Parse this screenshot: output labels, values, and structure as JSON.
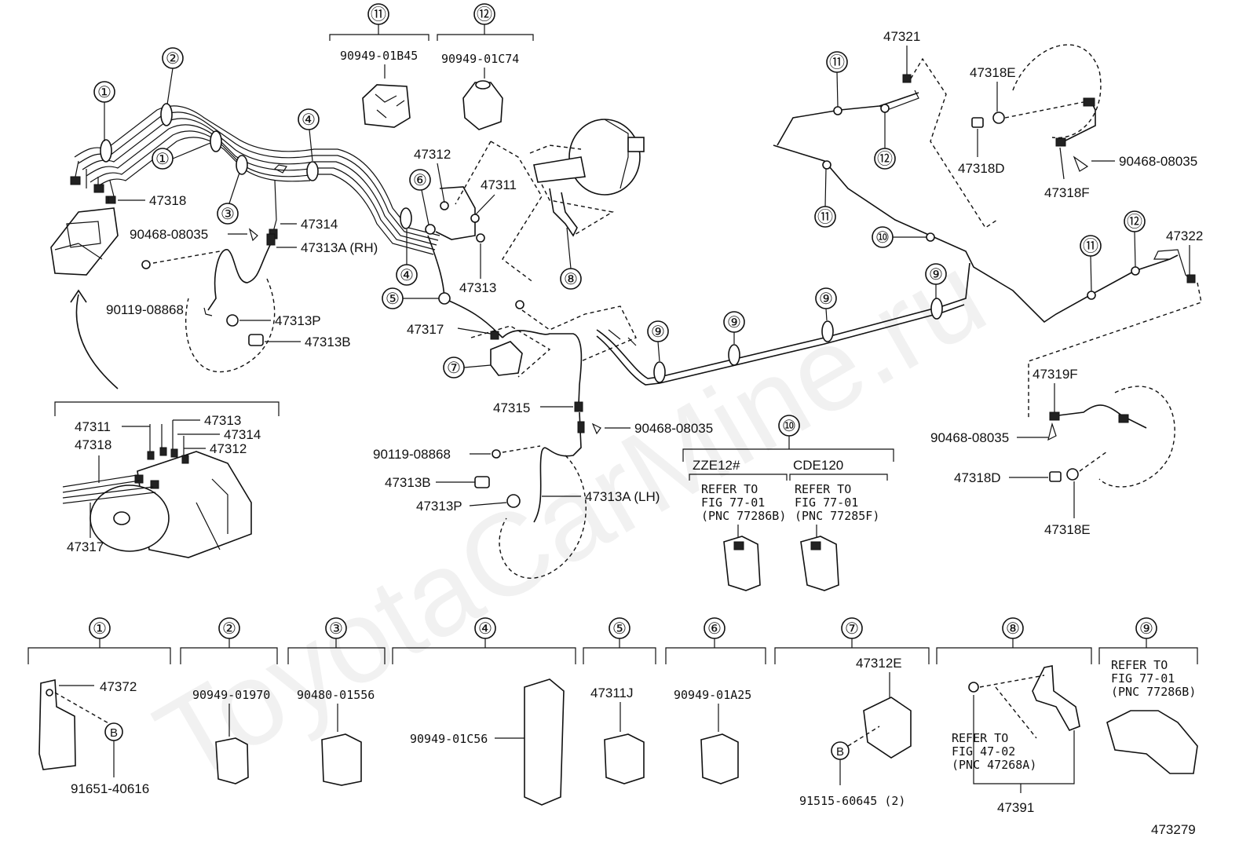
{
  "watermark": "ToyotaCarMine.ru",
  "figure_id": "473279",
  "callouts": [
    {
      "n": "1",
      "label": "①"
    },
    {
      "n": "2",
      "label": "②"
    },
    {
      "n": "3",
      "label": "③"
    },
    {
      "n": "4",
      "label": "④"
    },
    {
      "n": "5",
      "label": "⑤"
    },
    {
      "n": "6",
      "label": "⑥"
    },
    {
      "n": "7",
      "label": "⑦"
    },
    {
      "n": "8",
      "label": "⑧"
    },
    {
      "n": "9",
      "label": "⑨"
    },
    {
      "n": "10",
      "label": "⑩"
    },
    {
      "n": "11",
      "label": "⑪"
    },
    {
      "n": "12",
      "label": "⑫"
    }
  ],
  "top_clamps": {
    "c11": {
      "num": "⑪",
      "part": "90949-01B45"
    },
    "c12": {
      "num": "⑫",
      "part": "90949-01C74"
    }
  },
  "labels": {
    "p47318": "47318",
    "p47314": "47314",
    "p90468a": "90468-08035",
    "p47313A_rh": "47313A (RH)",
    "p90119a": "90119-08868",
    "p47313P_a": "47313P",
    "p47313B_a": "47313B",
    "p47312": "47312",
    "p47311": "47311",
    "p47313": "47313",
    "p47317": "47317",
    "p47315": "47315",
    "p90468b": "90468-08035",
    "p90119b": "90119-08868",
    "p47313B_b": "47313B",
    "p47313P_b": "47313P",
    "p47313A_lh": "47313A (LH)",
    "p47321": "47321",
    "p47318E_a": "47318E",
    "p47318D_a": "47318D",
    "p90468c": "90468-08035",
    "p47318F": "47318F",
    "p47322": "47322",
    "p47319F": "47319F",
    "p90468d": "90468-08035",
    "p47318D_b": "47318D",
    "p47318E_b": "47318E"
  },
  "abs_inset": {
    "p47311": "47311",
    "p47313": "47313",
    "p47314": "47314",
    "p47318": "47318",
    "p47312": "47312",
    "p47317": "47317"
  },
  "clamp10": {
    "num": "⑩",
    "left": {
      "model": "ZZE12#",
      "ref": [
        "REFER TO",
        "FIG 77-01",
        "(PNC 77286B)"
      ]
    },
    "right": {
      "model": "CDE120",
      "ref": [
        "REFER TO",
        "FIG 77-01",
        "(PNC 77285F)"
      ]
    }
  },
  "bottom_row": {
    "b1": {
      "num": "①",
      "part_a": "47372",
      "part_b": "91651-40616",
      "bolt": "B"
    },
    "b2": {
      "num": "②",
      "part": "90949-01970"
    },
    "b3": {
      "num": "③",
      "part": "90480-01556"
    },
    "b4": {
      "num": "④",
      "part": "90949-01C56"
    },
    "b5": {
      "num": "⑤",
      "part": "47311J"
    },
    "b6": {
      "num": "⑥",
      "part": "90949-01A25"
    },
    "b7": {
      "num": "⑦",
      "part": "47312E",
      "bolt": "B",
      "part_b": "91515-60645 (2)"
    },
    "b8": {
      "num": "⑧",
      "ref": [
        "REFER TO",
        "FIG 47-02",
        "(PNC 47268A)"
      ],
      "part": "47391"
    },
    "b9": {
      "num": "⑨",
      "ref": [
        "REFER TO",
        "FIG 77-01",
        "(PNC 77286B)"
      ]
    }
  }
}
